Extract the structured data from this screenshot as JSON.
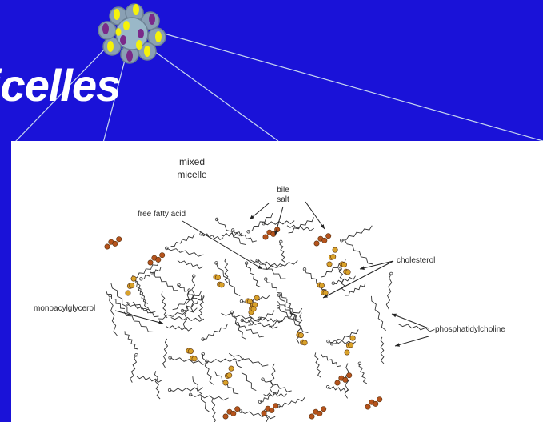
{
  "slide": {
    "title": "icelles",
    "background_color": "#1a12d8"
  },
  "diagram": {
    "heading": "mixed\nmicelle",
    "labels": {
      "bile_salt": "bile\nsalt",
      "free_fatty_acid": "free fatty acid",
      "cholesterol": "cholesterol",
      "monoacylglycerol": "monoacylglycerol",
      "phosphatidylcholine": "phosphatidylcholine"
    },
    "colors": {
      "bile_salt": "#b5531c",
      "cholesterol": "#d9a22a",
      "chains": "#333333"
    }
  },
  "icon": {
    "name": "micelle-cluster-icon",
    "colors": {
      "outer": "#8aa0b4",
      "yellow": "#f5f20a",
      "purple": "#7a2a8a",
      "core": "#9ab8c8"
    }
  }
}
